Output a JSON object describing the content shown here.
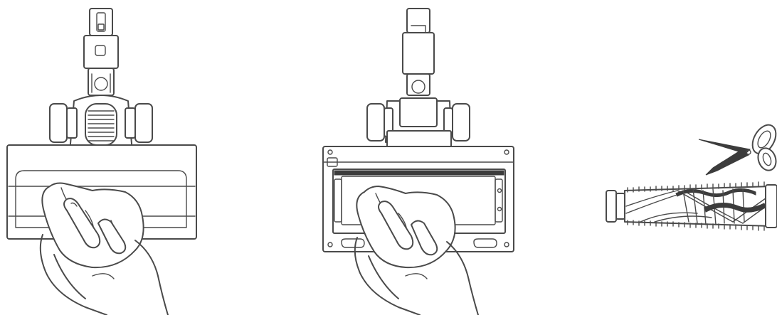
{
  "colors": {
    "background": "#ffffff",
    "line_art": "#4a4a4a",
    "dark_fill": "#3c3c3c"
  },
  "steps": [
    {
      "illustration": "wipe-brush-head-exterior-with-cloth",
      "icons": [
        "floor-brush-head-icon",
        "hand-with-cloth-icon"
      ]
    },
    {
      "illustration": "wipe-brush-roll-compartment-with-cloth",
      "icons": [
        "brush-head-open-compartment-icon",
        "hand-with-cloth-icon"
      ]
    },
    {
      "illustration": "cut-hair-tangled-on-brush-roll",
      "icons": [
        "scissors-icon",
        "brush-roll-icon"
      ]
    }
  ]
}
